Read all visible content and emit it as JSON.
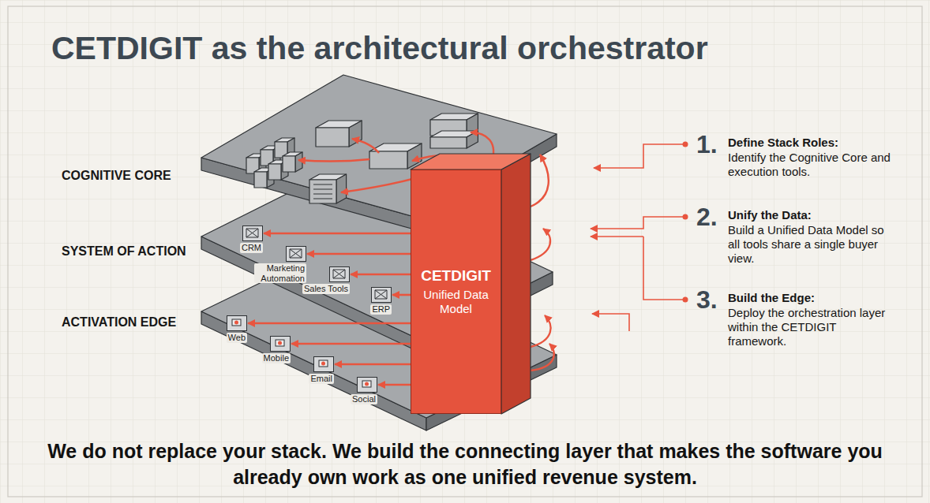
{
  "diagram": {
    "title": "CETDIGIT as the architectural orchestrator",
    "caption": "We do not replace your stack. We build the connecting layer that makes the software you already own work as one unified revenue system.",
    "nodes": [
      {
        "text": [
          "CETDIGIT",
          "Unified Data Model"
        ]
      },
      {
        "text": [
          "CRM"
        ]
      },
      {
        "text": [
          "Marketing Automation"
        ]
      },
      {
        "text": [
          "Sales Tools"
        ]
      },
      {
        "text": [
          "ERP"
        ]
      },
      {
        "text": [
          "Web"
        ]
      },
      {
        "text": [
          "Mobile"
        ]
      },
      {
        "text": [
          "Email"
        ]
      },
      {
        "text": [
          "Social"
        ]
      }
    ],
    "edges": [
      {
        "from": 0,
        "to": 1,
        "arrow": "to"
      },
      {
        "from": 0,
        "to": 2,
        "arrow": "to"
      },
      {
        "from": 0,
        "to": 3,
        "arrow": "to"
      },
      {
        "from": 0,
        "to": 4,
        "arrow": "to"
      },
      {
        "from": 0,
        "to": 5,
        "arrow": "to"
      },
      {
        "from": 0,
        "to": 6,
        "arrow": "to"
      },
      {
        "from": 0,
        "to": 7,
        "arrow": "to"
      },
      {
        "from": 0,
        "to": 8,
        "arrow": "to"
      }
    ],
    "labels": [
      "COGNITIVE CORE",
      "SYSTEM OF ACTION",
      "ACTIVATION EDGE",
      "1.",
      "Define Stack Roles:",
      "Identify the Cognitive Core and execution tools.",
      "2.",
      "Unify the Data:",
      "Build a Unified Data Model so all tools share a single buyer view.",
      "3.",
      "Build the Edge:",
      "Deploy the orchestration layer within the CETDIGIT framework."
    ]
  }
}
